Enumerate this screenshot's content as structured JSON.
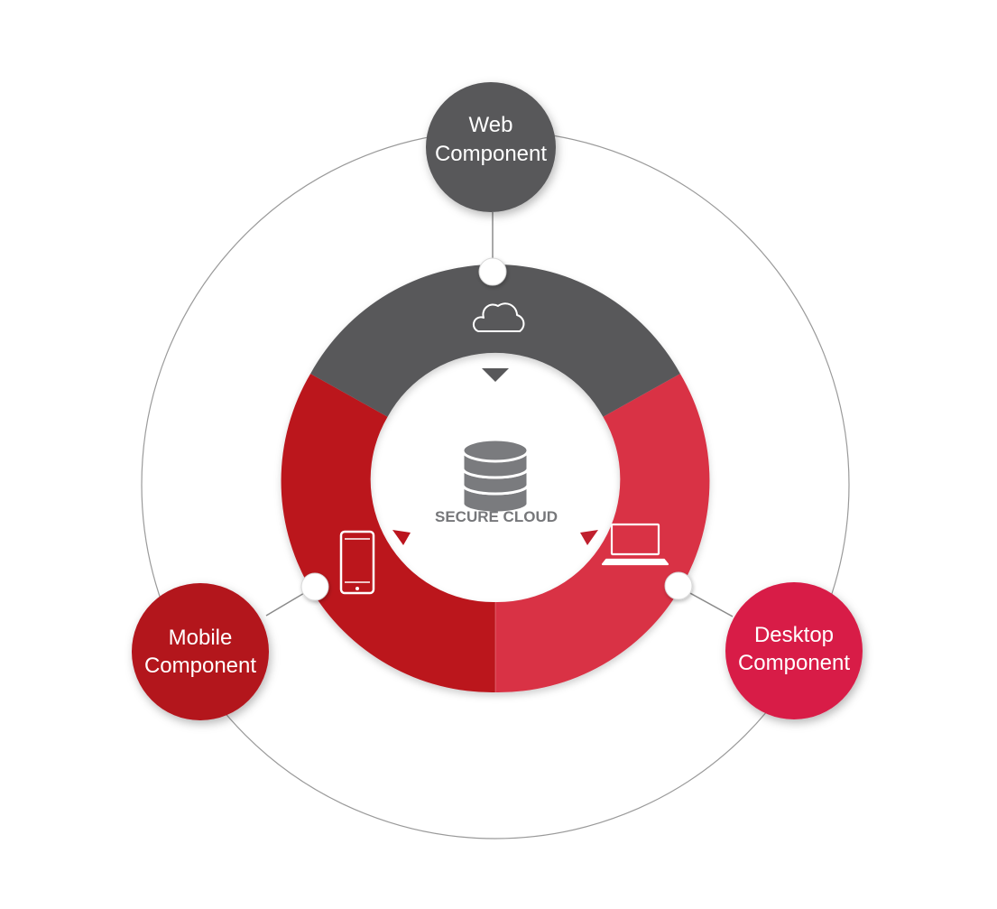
{
  "nodes": {
    "web": {
      "line1": "Web",
      "line2": "Component",
      "color": "#58585a"
    },
    "mobile": {
      "line1": "Mobile",
      "line2": "Component",
      "color": "#b3121c"
    },
    "desktop": {
      "line1": "Desktop",
      "line2": "Component",
      "color": "#d81e47"
    }
  },
  "ring": {
    "top_segment_color": "#58585a",
    "left_segment_color": "#bb141d",
    "right_segment_color": "#d93345"
  },
  "center": {
    "label": "SECURE CLOUD",
    "icon": "database-icon",
    "color": "#76777a"
  },
  "segment_icons": {
    "top": "cloud-icon",
    "left": "phone-icon",
    "right": "laptop-icon"
  }
}
